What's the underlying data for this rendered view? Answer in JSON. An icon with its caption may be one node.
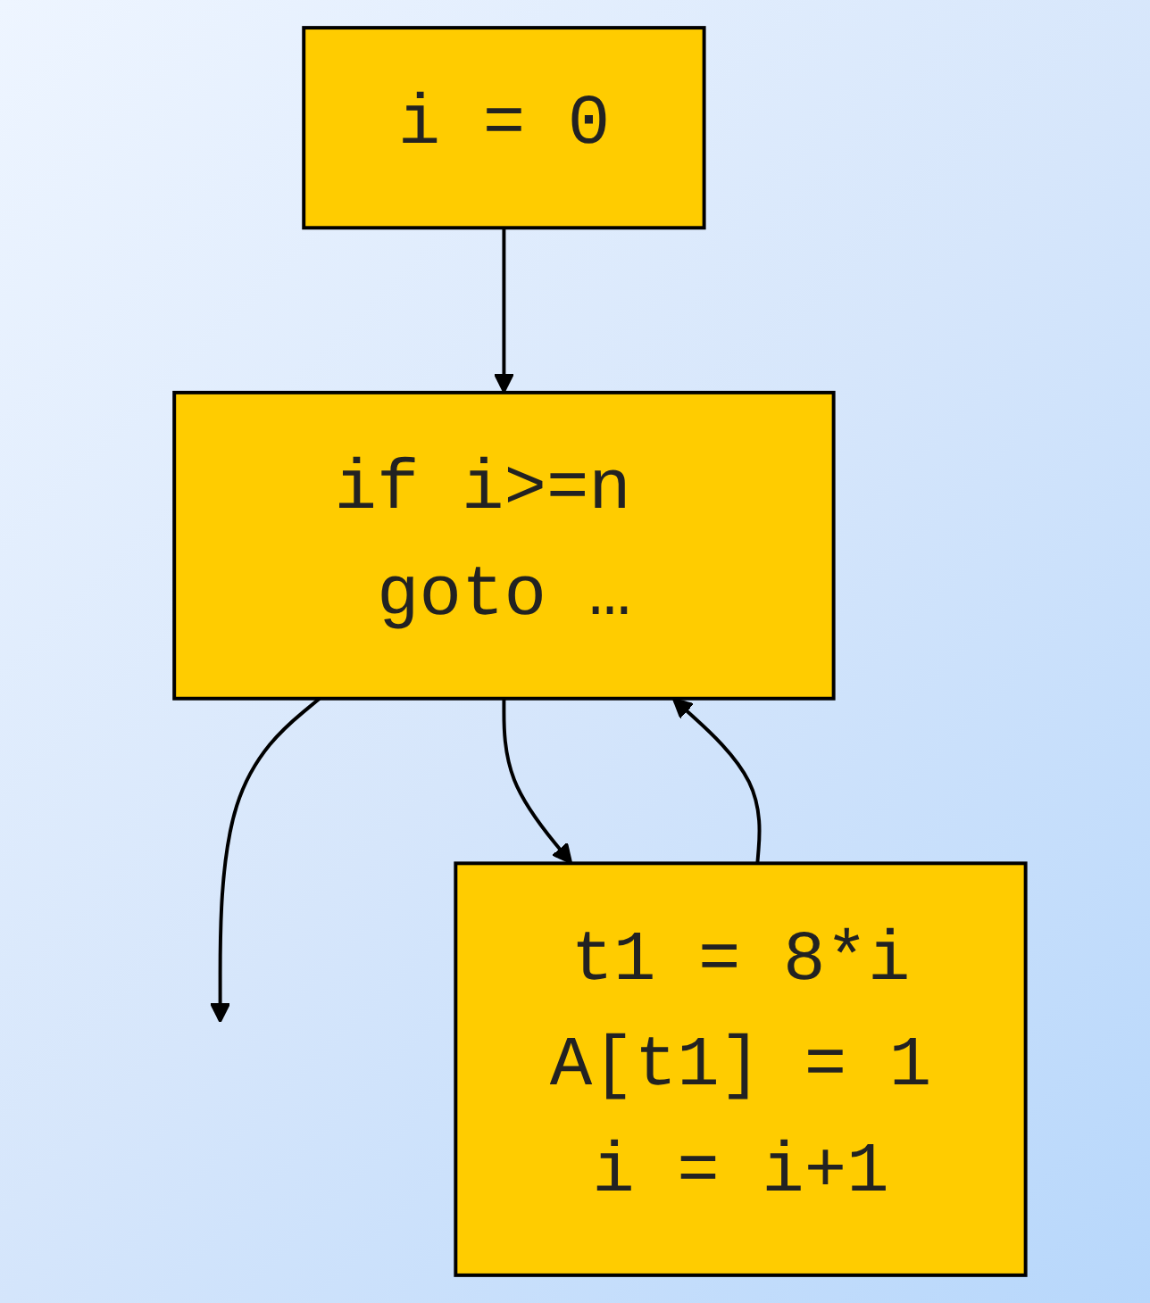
{
  "diagram": {
    "nodes": [
      {
        "text": [
          "i = 0"
        ]
      },
      {
        "text": [
          "if i>=n goto …"
        ]
      },
      {
        "text": [
          "t1 = 8*i",
          "A[t1] = 1",
          "i = i+1"
        ]
      }
    ],
    "edges": [
      {
        "from": 0,
        "to": 1,
        "arrow": "to"
      },
      {
        "from": 1,
        "to": null,
        "arrow": "to"
      },
      {
        "from": 1,
        "to": 2,
        "arrow": "to"
      },
      {
        "from": 2,
        "to": 1,
        "arrow": "to"
      }
    ]
  }
}
